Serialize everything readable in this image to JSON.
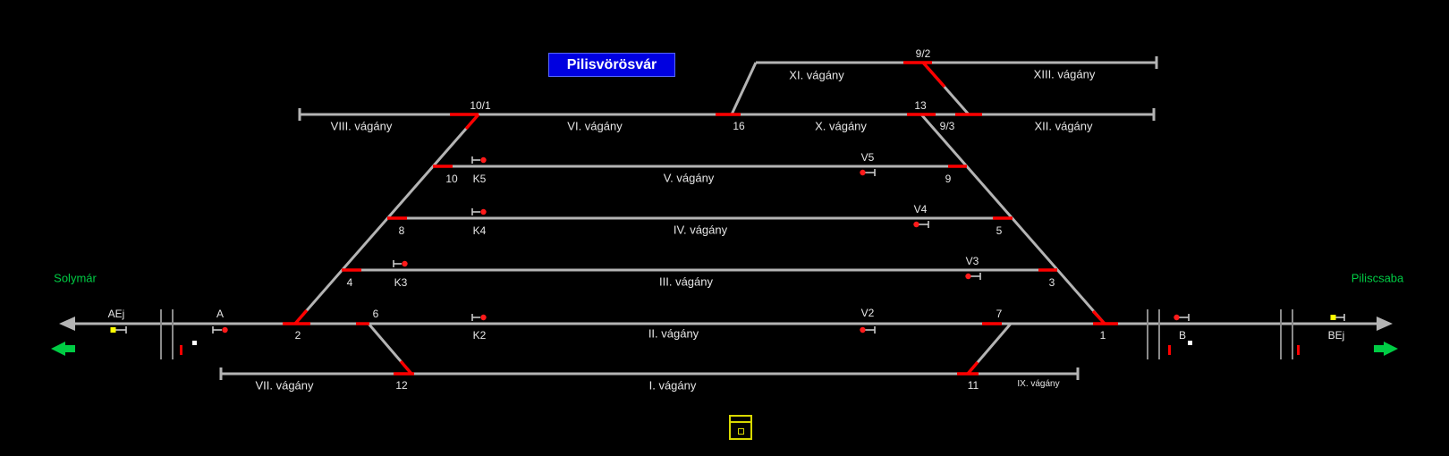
{
  "title": "Pilisvörösvár",
  "neighbors": {
    "left": "Solymár",
    "right": "Piliscsaba"
  },
  "tracks": {
    "i": "I. vágány",
    "ii": "II. vágány",
    "iii": "III. vágány",
    "iv": "IV. vágány",
    "v": "V. vágány",
    "vi": "VI. vágány",
    "vii": "VII. vágány",
    "viii": "VIII. vágány",
    "ix": "IX. vágány",
    "x": "X. vágány",
    "xi": "XI. vágány",
    "xii": "XII. vágány",
    "xiii": "XIII. vágány"
  },
  "switches": {
    "s1": "1",
    "s2": "2",
    "s3": "3",
    "s4": "4",
    "s5": "5",
    "s6": "6",
    "s7": "7",
    "s8": "8",
    "s9": "9",
    "s10": "10",
    "s11": "11",
    "s12": "12",
    "s13": "13",
    "s16": "16",
    "s10_1": "10/1",
    "s9_2": "9/2",
    "s9_3": "9/3"
  },
  "signals": {
    "k2": "K2",
    "k3": "K3",
    "k4": "K4",
    "k5": "K5",
    "v2": "V2",
    "v3": "V3",
    "v4": "V4",
    "v5": "V5",
    "a": "A",
    "aej": "AEj",
    "b": "B",
    "bej": "BEj"
  },
  "icons": {
    "bottom_center": "console-icon",
    "left_edge": "green-arrow-left",
    "right_edge": "green-arrow-right"
  },
  "colors": {
    "background": "#000000",
    "track": "#b4b4b4",
    "occupied": "#ff0000",
    "lamp_red": "#ff1a1a",
    "lamp_yellow": "#ffff00",
    "lamp_white": "#ffffff",
    "green": "#00cc44",
    "title_bg": "#0000e0",
    "title_border": "#5566ff",
    "label": "#e6e6e6",
    "joint": "#8a8a8a",
    "mast": "#c8c8c8",
    "icon_yellow": "#d8d800"
  }
}
